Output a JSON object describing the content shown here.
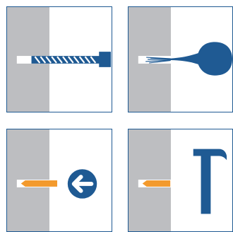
{
  "steps": [
    {
      "id": 1,
      "action": "drill-hole"
    },
    {
      "id": 2,
      "action": "clean-hole"
    },
    {
      "id": 3,
      "action": "insert-anchor"
    },
    {
      "id": 4,
      "action": "hammer-in"
    }
  ],
  "icons": {
    "drill": "drill-bit-icon",
    "blower": "blow-bulb-icon",
    "insert": "arrow-left-circle-icon",
    "hammer": "hammer-icon"
  },
  "colors": {
    "frame": "#1f5a93",
    "primary": "#1f5a93",
    "wall": "#bdbec1",
    "anchor": "#f39a2d",
    "hole": "#ffffff"
  }
}
